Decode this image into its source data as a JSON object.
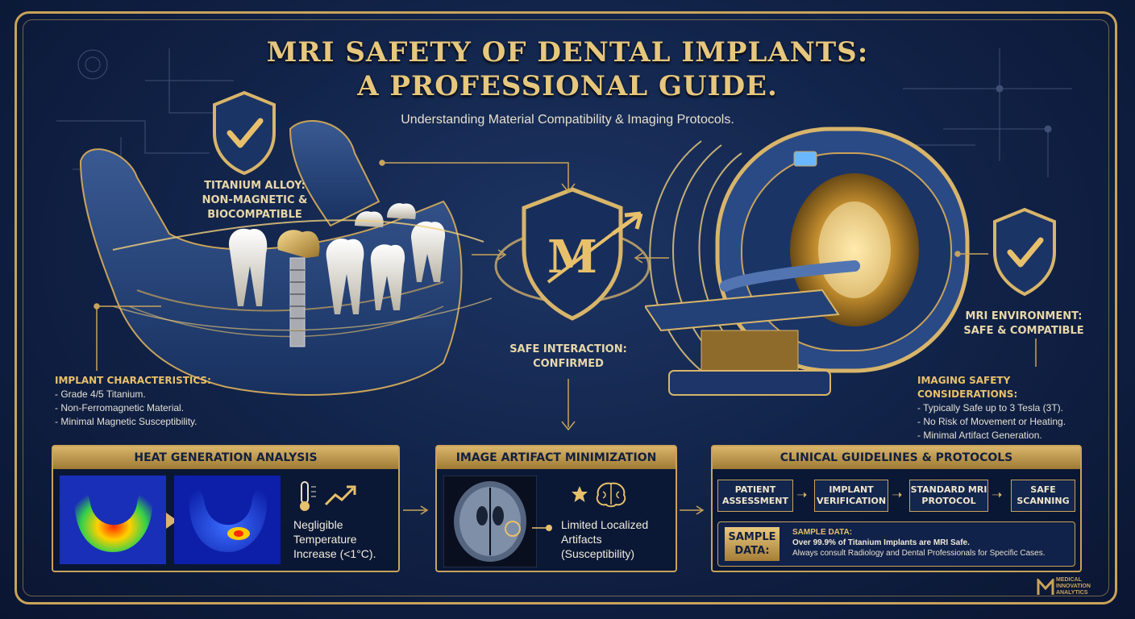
{
  "header": {
    "title_line1": "MRI SAFETY OF DENTAL IMPLANTS:",
    "title_line2": "A PROFESSIONAL GUIDE.",
    "subtitle": "Understanding Material Compatibility & Imaging Protocols."
  },
  "callouts": {
    "titanium_line1": "TITANIUM ALLOY:",
    "titanium_line2": "NON-MAGNETIC &",
    "titanium_line3": "BIOCOMPATIBLE",
    "safe_line1": "SAFE INTERACTION:",
    "safe_line2": "CONFIRMED",
    "mri_env_line1": "MRI ENVIRONMENT:",
    "mri_env_line2": "SAFE & COMPATIBLE"
  },
  "implant_characteristics": {
    "title": "IMPLANT CHARACTERISTICS:",
    "items": [
      "- Grade 4/5 Titanium.",
      "- Non-Ferromagnetic Material.",
      "- Minimal Magnetic Susceptibility."
    ]
  },
  "imaging_safety": {
    "title": "IMAGING SAFETY CONSIDERATIONS:",
    "items": [
      "- Typically Safe up to 3 Tesla (3T).",
      "- No Risk of Movement or Heating.",
      "- Minimal Artifact Generation."
    ]
  },
  "heat_panel": {
    "title": "HEAT GENERATION ANALYSIS",
    "text_line1": "Negligible",
    "text_line2": "Temperature",
    "text_line3": "Increase (<1°C)."
  },
  "artifact_panel": {
    "title": "IMAGE ARTIFACT MINIMIZATION",
    "text_line1": "Limited Localized",
    "text_line2": "Artifacts",
    "text_line3": "(Susceptibility)"
  },
  "guidelines_panel": {
    "title": "CLINICAL GUIDELINES & PROTOCOLS",
    "steps": [
      {
        "line1": "PATIENT",
        "line2": "ASSESSMENT"
      },
      {
        "line1": "IMPLANT",
        "line2": "VERIFICATION"
      },
      {
        "line1": "STANDARD MRI",
        "line2": "PROTOCOL"
      },
      {
        "line1": "SAFE",
        "line2": "SCANNING"
      }
    ],
    "sample_label_line1": "SAMPLE",
    "sample_label_line2": "DATA:",
    "sample_heading": "SAMPLE DATA:",
    "sample_line1": "Over 99.9% of Titanium Implants are MRI Safe.",
    "sample_line2": "Always consult Radiology and Dental Professionals for Specific Cases."
  },
  "logo": {
    "line1": "MEDICAL",
    "line2": "INNOVATION",
    "line3": "ANALYTICS"
  },
  "colors": {
    "gold": "#c9a35a",
    "navy": "#12244a",
    "bright_gold": "#e8c06b"
  }
}
